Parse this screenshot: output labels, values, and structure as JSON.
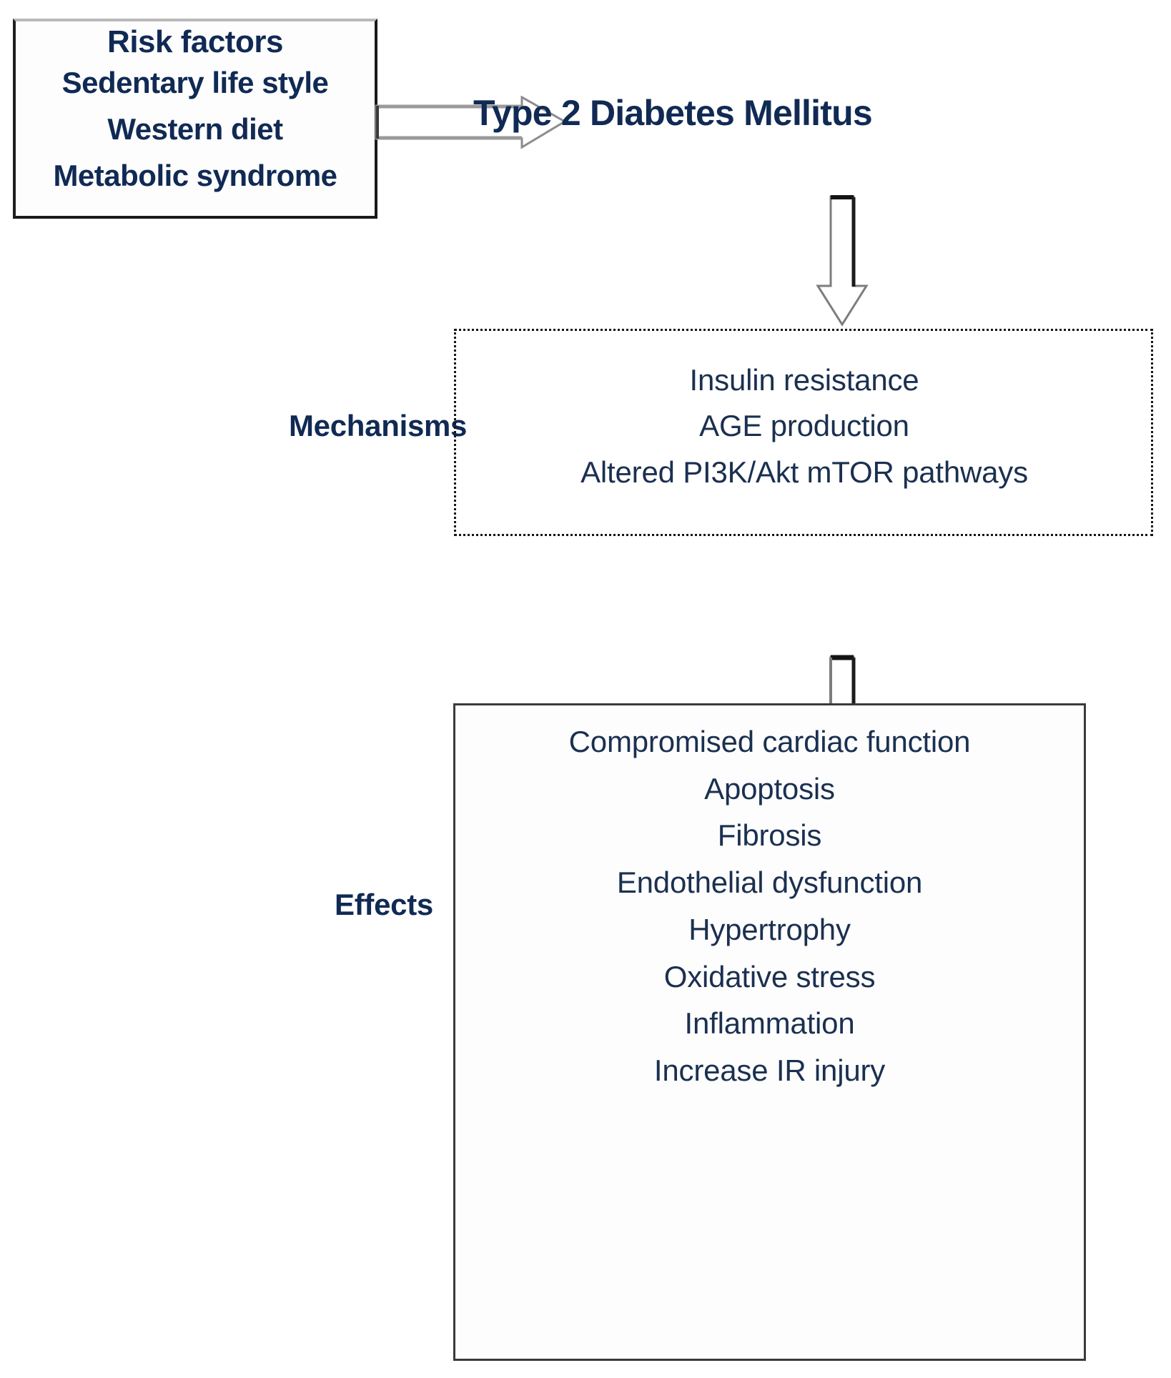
{
  "diagram": {
    "title": "Type 2 Diabetes Mellitus pathophysiology flowchart",
    "risk_factors": {
      "heading": "Risk factors",
      "items": [
        "Sedentary life style",
        "Western diet",
        "Metabolic syndrome"
      ]
    },
    "main_node": {
      "label": "Type 2 Diabetes Mellitus"
    },
    "mechanisms": {
      "label": "Mechanisms",
      "items": [
        "Insulin resistance",
        "AGE production",
        "Altered PI3K/Akt mTOR pathways"
      ]
    },
    "effects": {
      "label": "Effects",
      "items": [
        "Compromised cardiac function",
        "Apoptosis",
        "Fibrosis",
        "Endothelial dysfunction",
        "Hypertrophy",
        "Oxidative stress",
        "Inflammation",
        "Increase IR injury"
      ]
    },
    "arrows": [
      {
        "name": "risk-to-diabetes",
        "direction": "right"
      },
      {
        "name": "diabetes-to-mechanisms",
        "direction": "down"
      },
      {
        "name": "mechanisms-to-effects",
        "direction": "down"
      }
    ],
    "colors": {
      "text_navy": "#102a54",
      "body_navy": "#1b3050",
      "border_dark": "#1a1a1a",
      "arrow_outline": "#6b6b6b",
      "background": "#ffffff"
    }
  }
}
